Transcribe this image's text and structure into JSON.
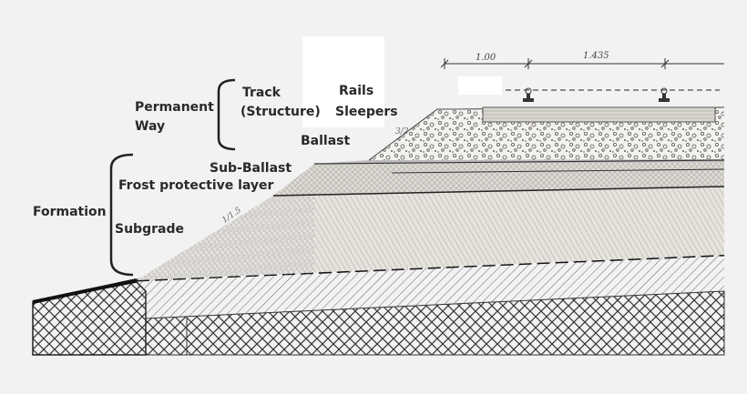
{
  "labels": {
    "permanent_way": "Permanent\nWay",
    "track": "Track",
    "structure": "(Structure)",
    "rails": "Rails",
    "sleepers": "Sleepers",
    "ballast": "Ballast",
    "sub_ballast": "Sub-Ballast",
    "frost_layer": "Frost protective layer",
    "formation": "Formation",
    "subgrade": "Subgrade"
  },
  "dimensions": {
    "left_width": "1.00",
    "gauge": "1.435"
  },
  "slopes": {
    "ballast_slope": "3/2",
    "embankment_slope": "1/1.5"
  }
}
